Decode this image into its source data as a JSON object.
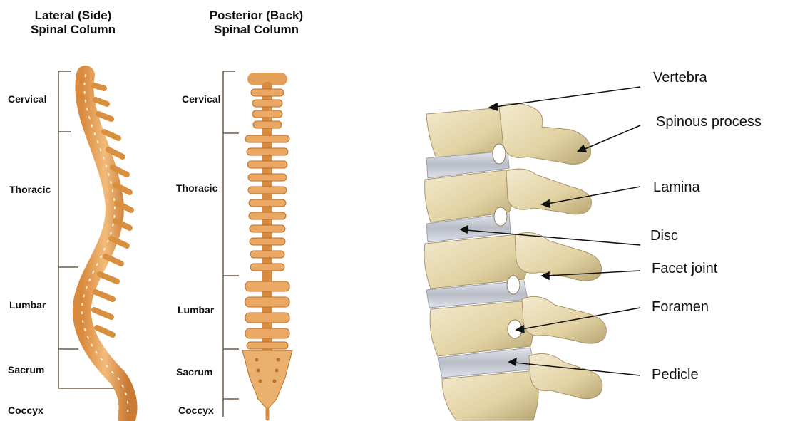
{
  "lateral": {
    "title_line1": "Lateral (Side)",
    "title_line2": "Spinal Column",
    "regions": [
      "Cervical",
      "Thoracic",
      "Lumbar",
      "Sacrum",
      "Coccyx"
    ]
  },
  "posterior": {
    "title_line1": "Posterior (Back)",
    "title_line2": "Spinal Column",
    "regions": [
      "Cervical",
      "Thoracic",
      "Lumbar",
      "Sacrum",
      "Coccyx"
    ]
  },
  "lumbar_detail": {
    "callouts": [
      "Vertebra",
      "Spinous process",
      "Lamina",
      "Disc",
      "Facet joint",
      "Foramen",
      "Pedicle"
    ]
  },
  "colors": {
    "bone_lateral": "#e7a35c",
    "bone_lateral_dark": "#b96e2b",
    "bone_detail": "#e9dbb0",
    "bone_detail_shade": "#b9a779",
    "disc": "#c8ccd4",
    "line": "#111111"
  }
}
